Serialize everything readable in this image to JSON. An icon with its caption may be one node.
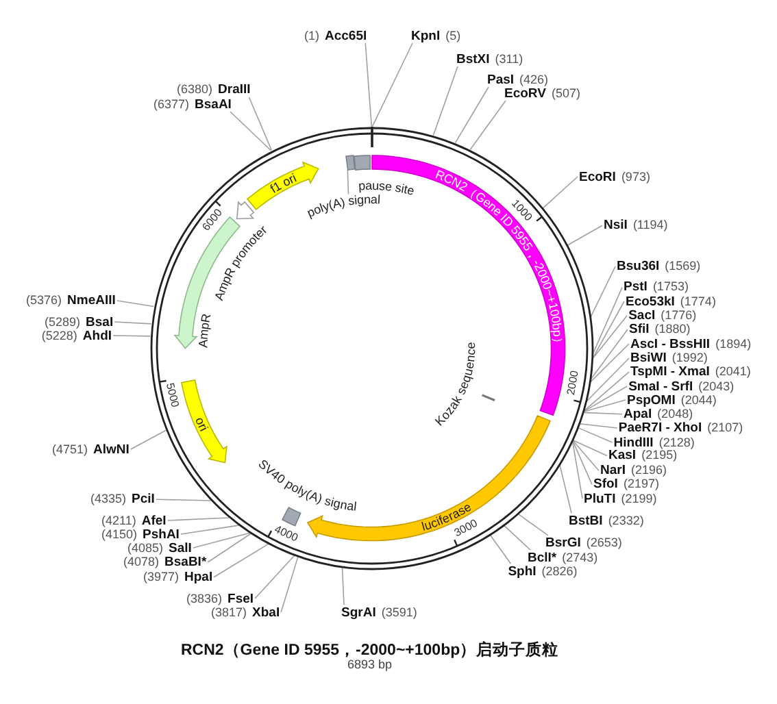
{
  "diagram": {
    "title": "RCN2（Gene ID 5955，-2000~+100bp）启动子质粒",
    "caption": "6893 bp",
    "nodes": [
      {
        "text": [],
        "shape": "circle"
      },
      {
        "text": [
          "RCN2（Gene ID 5955，-2000~+100bp）"
        ],
        "in": 0
      },
      {
        "text": [
          "luciferase"
        ],
        "in": 0
      },
      {
        "text": [
          "SV40 poly(A) signal"
        ],
        "in": 0
      },
      {
        "text": [
          "ori"
        ],
        "in": 0
      },
      {
        "text": [
          "AmpR"
        ],
        "in": 0
      },
      {
        "text": [
          "AmpR promoter"
        ],
        "in": 0
      },
      {
        "text": [
          "f1 ori"
        ],
        "in": 0
      },
      {
        "text": [],
        "shape": "box",
        "in": 0
      },
      {
        "text": [
          "pause site"
        ],
        "in": 0
      },
      {
        "text": [
          "poly(A) signal"
        ],
        "in": 0
      },
      {
        "text": [
          "Kozak sequence"
        ],
        "in": 0
      },
      {
        "text": [
          "(1)",
          "Acc65I"
        ]
      },
      {
        "text": [
          "KpnI",
          "(5)"
        ]
      },
      {
        "text": [
          "BstXI",
          "(311)"
        ]
      },
      {
        "text": [
          "PasI",
          "(426)"
        ]
      },
      {
        "text": [
          "EcoRV",
          "(507)"
        ]
      },
      {
        "text": [
          "(6380)",
          "DraIII"
        ]
      },
      {
        "text": [
          "(6377)",
          "BsaAI"
        ]
      },
      {
        "text": [
          "EcoRI",
          "(973)"
        ]
      },
      {
        "text": [
          "NsiI",
          "(1194)"
        ]
      },
      {
        "text": [
          "Bsu36I",
          "(1569)"
        ]
      },
      {
        "text": [
          "PstI",
          "(1753)"
        ]
      },
      {
        "text": [
          "Eco53kI",
          "(1774)"
        ]
      },
      {
        "text": [
          "SacI",
          "(1776)"
        ]
      },
      {
        "text": [
          "SfiI",
          "(1880)"
        ]
      },
      {
        "text": [
          "AscI - BssHII",
          "(1894)"
        ]
      },
      {
        "text": [
          "BsiWI",
          "(1992)"
        ]
      },
      {
        "text": [
          "TspMI - XmaI",
          "(2041)"
        ]
      },
      {
        "text": [
          "SmaI - SrfI",
          "(2043)"
        ]
      },
      {
        "text": [
          "PspOMI",
          "(2044)"
        ]
      },
      {
        "text": [
          "ApaI",
          "(2048)"
        ]
      },
      {
        "text": [
          "PaeR7I - XhoI",
          "(2107)"
        ]
      },
      {
        "text": [
          "HindIII",
          "(2128)"
        ]
      },
      {
        "text": [
          "KasI",
          "(2195)"
        ]
      },
      {
        "text": [
          "NarI",
          "(2196)"
        ]
      },
      {
        "text": [
          "SfoI",
          "(2197)"
        ]
      },
      {
        "text": [
          "PluTI",
          "(2199)"
        ]
      },
      {
        "text": [
          "BstBI",
          "(2332)"
        ]
      },
      {
        "text": [
          "BsrGI",
          "(2653)"
        ]
      },
      {
        "text": [
          "BclI*",
          "(2743)"
        ]
      },
      {
        "text": [
          "SphI",
          "(2826)"
        ]
      },
      {
        "text": [
          "SgrAI",
          "(3591)"
        ]
      },
      {
        "text": [
          "(3817)",
          "XbaI"
        ]
      },
      {
        "text": [
          "(3836)",
          "FseI"
        ]
      },
      {
        "text": [
          "(3977)",
          "HpaI"
        ]
      },
      {
        "text": [
          "(4078)",
          "BsaBI*"
        ]
      },
      {
        "text": [
          "(4085)",
          "SalI"
        ]
      },
      {
        "text": [
          "(4150)",
          "PshAI"
        ]
      },
      {
        "text": [
          "(4211)",
          "AfeI"
        ]
      },
      {
        "text": [
          "(4335)",
          "PciI"
        ]
      },
      {
        "text": [
          "(4751)",
          "AlwNI"
        ]
      },
      {
        "text": [
          "(5228)",
          "AhdI"
        ]
      },
      {
        "text": [
          "(5289)",
          "BsaI"
        ]
      },
      {
        "text": [
          "(5376)",
          "NmeAIII"
        ]
      }
    ],
    "edges": [
      {
        "from": 10,
        "to": 8,
        "arrow": "none"
      },
      {
        "from": 12,
        "to": 0,
        "arrow": "none"
      },
      {
        "from": 13,
        "to": 0,
        "arrow": "none"
      },
      {
        "from": 14,
        "to": 0,
        "arrow": "none"
      },
      {
        "from": 15,
        "to": 0,
        "arrow": "none"
      },
      {
        "from": 16,
        "to": 0,
        "arrow": "none"
      },
      {
        "from": 17,
        "to": 0,
        "arrow": "none"
      },
      {
        "from": 18,
        "to": 0,
        "arrow": "none"
      },
      {
        "from": 19,
        "to": 0,
        "arrow": "none"
      },
      {
        "from": 20,
        "to": 0,
        "arrow": "none"
      },
      {
        "from": 21,
        "to": 0,
        "arrow": "none"
      },
      {
        "from": 22,
        "to": 0,
        "arrow": "none"
      },
      {
        "from": 23,
        "to": 0,
        "arrow": "none"
      },
      {
        "from": 24,
        "to": 0,
        "arrow": "none"
      },
      {
        "from": 25,
        "to": 0,
        "arrow": "none"
      },
      {
        "from": 26,
        "to": 0,
        "arrow": "none"
      },
      {
        "from": 27,
        "to": 0,
        "arrow": "none"
      },
      {
        "from": 28,
        "to": 0,
        "arrow": "none"
      },
      {
        "from": 29,
        "to": 0,
        "arrow": "none"
      },
      {
        "from": 30,
        "to": 0,
        "arrow": "none"
      },
      {
        "from": 31,
        "to": 0,
        "arrow": "none"
      },
      {
        "from": 32,
        "to": 0,
        "arrow": "none"
      },
      {
        "from": 33,
        "to": 0,
        "arrow": "none"
      },
      {
        "from": 34,
        "to": 0,
        "arrow": "none"
      },
      {
        "from": 35,
        "to": 0,
        "arrow": "none"
      },
      {
        "from": 36,
        "to": 0,
        "arrow": "none"
      },
      {
        "from": 37,
        "to": 0,
        "arrow": "none"
      },
      {
        "from": 38,
        "to": 0,
        "arrow": "none"
      },
      {
        "from": 39,
        "to": 0,
        "arrow": "none"
      },
      {
        "from": 40,
        "to": 0,
        "arrow": "none"
      },
      {
        "from": 41,
        "to": 0,
        "arrow": "none"
      },
      {
        "from": 42,
        "to": 0,
        "arrow": "none"
      },
      {
        "from": 43,
        "to": 0,
        "arrow": "none"
      },
      {
        "from": 44,
        "to": 0,
        "arrow": "none"
      },
      {
        "from": 45,
        "to": 0,
        "arrow": "none"
      },
      {
        "from": 46,
        "to": 0,
        "arrow": "none"
      },
      {
        "from": 47,
        "to": 0,
        "arrow": "none"
      },
      {
        "from": 48,
        "to": 0,
        "arrow": "none"
      },
      {
        "from": 49,
        "to": 0,
        "arrow": "none"
      },
      {
        "from": 50,
        "to": 0,
        "arrow": "none"
      },
      {
        "from": 51,
        "to": 0,
        "arrow": "none"
      },
      {
        "from": 52,
        "to": 0,
        "arrow": "none"
      },
      {
        "from": 53,
        "to": 0,
        "arrow": "none"
      },
      {
        "from": 54,
        "to": 0,
        "arrow": "none"
      }
    ],
    "labels": [
      "1000",
      "2000",
      "3000",
      "4000",
      "5000",
      "6000"
    ]
  }
}
